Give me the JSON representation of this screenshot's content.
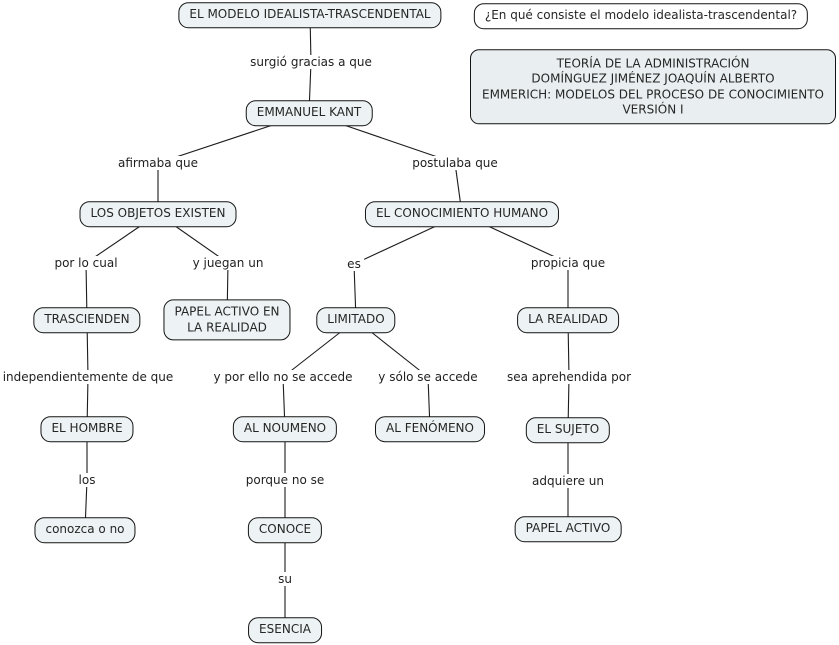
{
  "colors": {
    "background": "#ffffff",
    "node_fill": "#edf3f4",
    "info_fill": "#e9eff1",
    "node_border": "#141414",
    "connector_line": "#1c1c1c",
    "text": "#262626"
  },
  "nodes": {
    "title": "EL MODELO IDEALISTA-TRASCENDENTAL",
    "question": "¿En qué consiste el modelo idealista-trascendental?",
    "kant": "EMMANUEL KANT",
    "objetos": "LOS OBJETOS EXISTEN",
    "conocimiento": "EL CONOCIMIENTO HUMANO",
    "trascienden": "TRASCIENDEN",
    "papel_realidad": "PAPEL ACTIVO EN\nLA REALIDAD",
    "limitado": "LIMITADO",
    "la_realidad": "LA REALIDAD",
    "hombre": "EL HOMBRE",
    "noumeno": "AL NOUMENO",
    "fenomeno": "AL FENÓMENO",
    "sujeto": "EL SUJETO",
    "conozca": "conozca o no",
    "conoce": "CONOCE",
    "papel_activo": "PAPEL ACTIVO",
    "esencia": "ESENCIA"
  },
  "info_box": {
    "lines": [
      "TEORÍA DE LA ADMINISTRACIÓN",
      "DOMÍNGUEZ JIMÉNEZ JOAQUÍN ALBERTO",
      "EMMERICH: MODELOS DEL PROCESO DE CONOCIMIENTO",
      "VERSIÓN I"
    ]
  },
  "labels": {
    "surgio": "surgió gracias a que",
    "afirmaba": "afirmaba que",
    "postulaba": "postulaba que",
    "por_lo_cual": "por lo cual",
    "juegan": "y juegan un",
    "es": "es",
    "propicia": "propicia que",
    "independientemente": "independientemente de que",
    "por_ello": "y por ello no se accede",
    "solo": "y sólo se accede",
    "aprehendida": "sea aprehendida por",
    "los": "los",
    "porque_no": "porque no se",
    "adquiere": "adquiere un",
    "su": "su"
  },
  "relations": [
    {
      "from": "EL MODELO IDEALISTA-TRASCENDENTAL",
      "label": "surgió gracias a que",
      "to": "EMMANUEL KANT"
    },
    {
      "from": "EMMANUEL KANT",
      "label": "afirmaba que",
      "to": "LOS OBJETOS EXISTEN"
    },
    {
      "from": "EMMANUEL KANT",
      "label": "postulaba que",
      "to": "EL CONOCIMIENTO HUMANO"
    },
    {
      "from": "LOS OBJETOS EXISTEN",
      "label": "por lo cual",
      "to": "TRASCIENDEN"
    },
    {
      "from": "LOS OBJETOS EXISTEN",
      "label": "y juegan un",
      "to": "PAPEL ACTIVO EN LA REALIDAD"
    },
    {
      "from": "EL CONOCIMIENTO HUMANO",
      "label": "es",
      "to": "LIMITADO"
    },
    {
      "from": "EL CONOCIMIENTO HUMANO",
      "label": "propicia que",
      "to": "LA REALIDAD"
    },
    {
      "from": "TRASCIENDEN",
      "label": "independientemente de que",
      "to": "EL HOMBRE"
    },
    {
      "from": "EL HOMBRE",
      "label": "los",
      "to": "conozca o no"
    },
    {
      "from": "LIMITADO",
      "label": "y por ello no se accede",
      "to": "AL NOUMENO"
    },
    {
      "from": "LIMITADO",
      "label": "y sólo se accede",
      "to": "AL FENÓMENO"
    },
    {
      "from": "AL NOUMENO",
      "label": "porque no se",
      "to": "CONOCE"
    },
    {
      "from": "CONOCE",
      "label": "su",
      "to": "ESENCIA"
    },
    {
      "from": "LA REALIDAD",
      "label": "sea aprehendida por",
      "to": "EL SUJETO"
    },
    {
      "from": "EL SUJETO",
      "label": "adquiere un",
      "to": "PAPEL ACTIVO"
    }
  ]
}
